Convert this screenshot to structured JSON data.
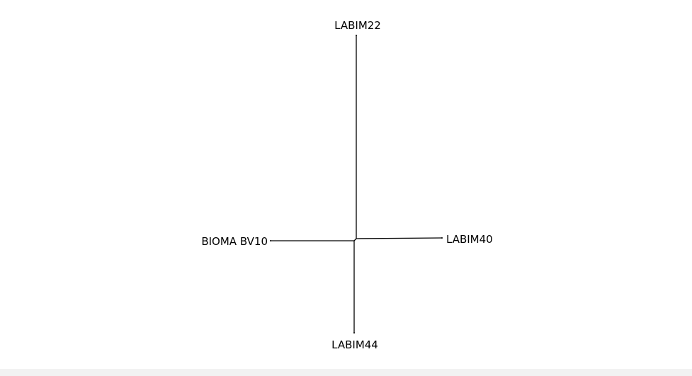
{
  "tree": {
    "type": "unrooted-phylogenetic-tree",
    "taxa": [
      {
        "id": "labim22",
        "label": "LABIM22"
      },
      {
        "id": "bioma-bv10",
        "label": "BIOMA BV10"
      },
      {
        "id": "labim40",
        "label": "LABIM40"
      },
      {
        "id": "labim44",
        "label": "LABIM44"
      }
    ]
  },
  "colors": {
    "branch": "#000000",
    "background": "#ffffff",
    "footer_strip": "#f2f2f2"
  }
}
